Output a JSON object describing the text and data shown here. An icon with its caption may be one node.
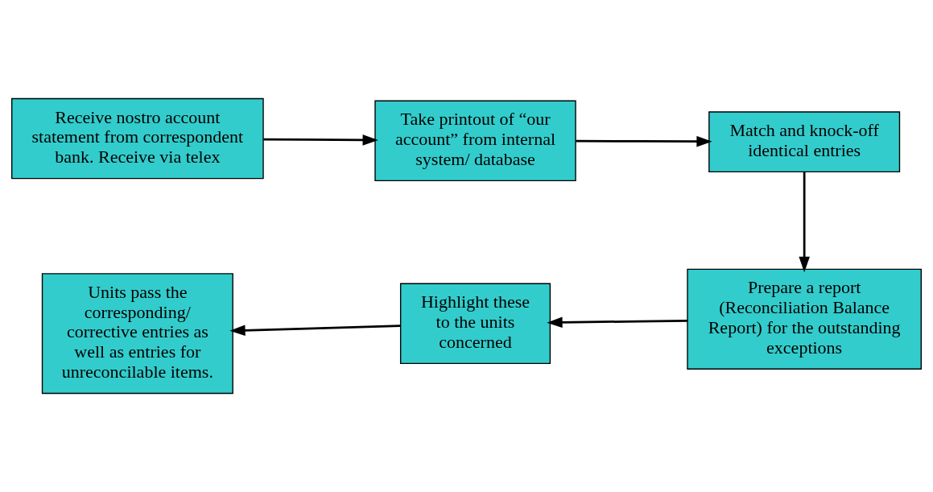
{
  "diagram": {
    "nodes": [
      {
        "text": [
          "Receive nostro account statement from correspondent bank. Receive via telex"
        ]
      },
      {
        "text": [
          "Take printout of “our account” from internal system/ database"
        ]
      },
      {
        "text": [
          "Match and knock-off identical entries"
        ]
      },
      {
        "text": [
          "Prepare a report (Reconciliation Balance Report) for the outstanding exceptions"
        ]
      },
      {
        "text": [
          "Highlight these to the units concerned"
        ]
      },
      {
        "text": [
          "Units pass the corresponding/ corrective entries as well as entries for unreconcilable items."
        ]
      }
    ],
    "edges": [
      {
        "from": 0,
        "to": 1,
        "arrow": "to"
      },
      {
        "from": 1,
        "to": 2,
        "arrow": "to"
      },
      {
        "from": 2,
        "to": 3,
        "arrow": "to"
      },
      {
        "from": 3,
        "to": 4,
        "arrow": "to"
      },
      {
        "from": 4,
        "to": 5,
        "arrow": "to"
      }
    ]
  }
}
